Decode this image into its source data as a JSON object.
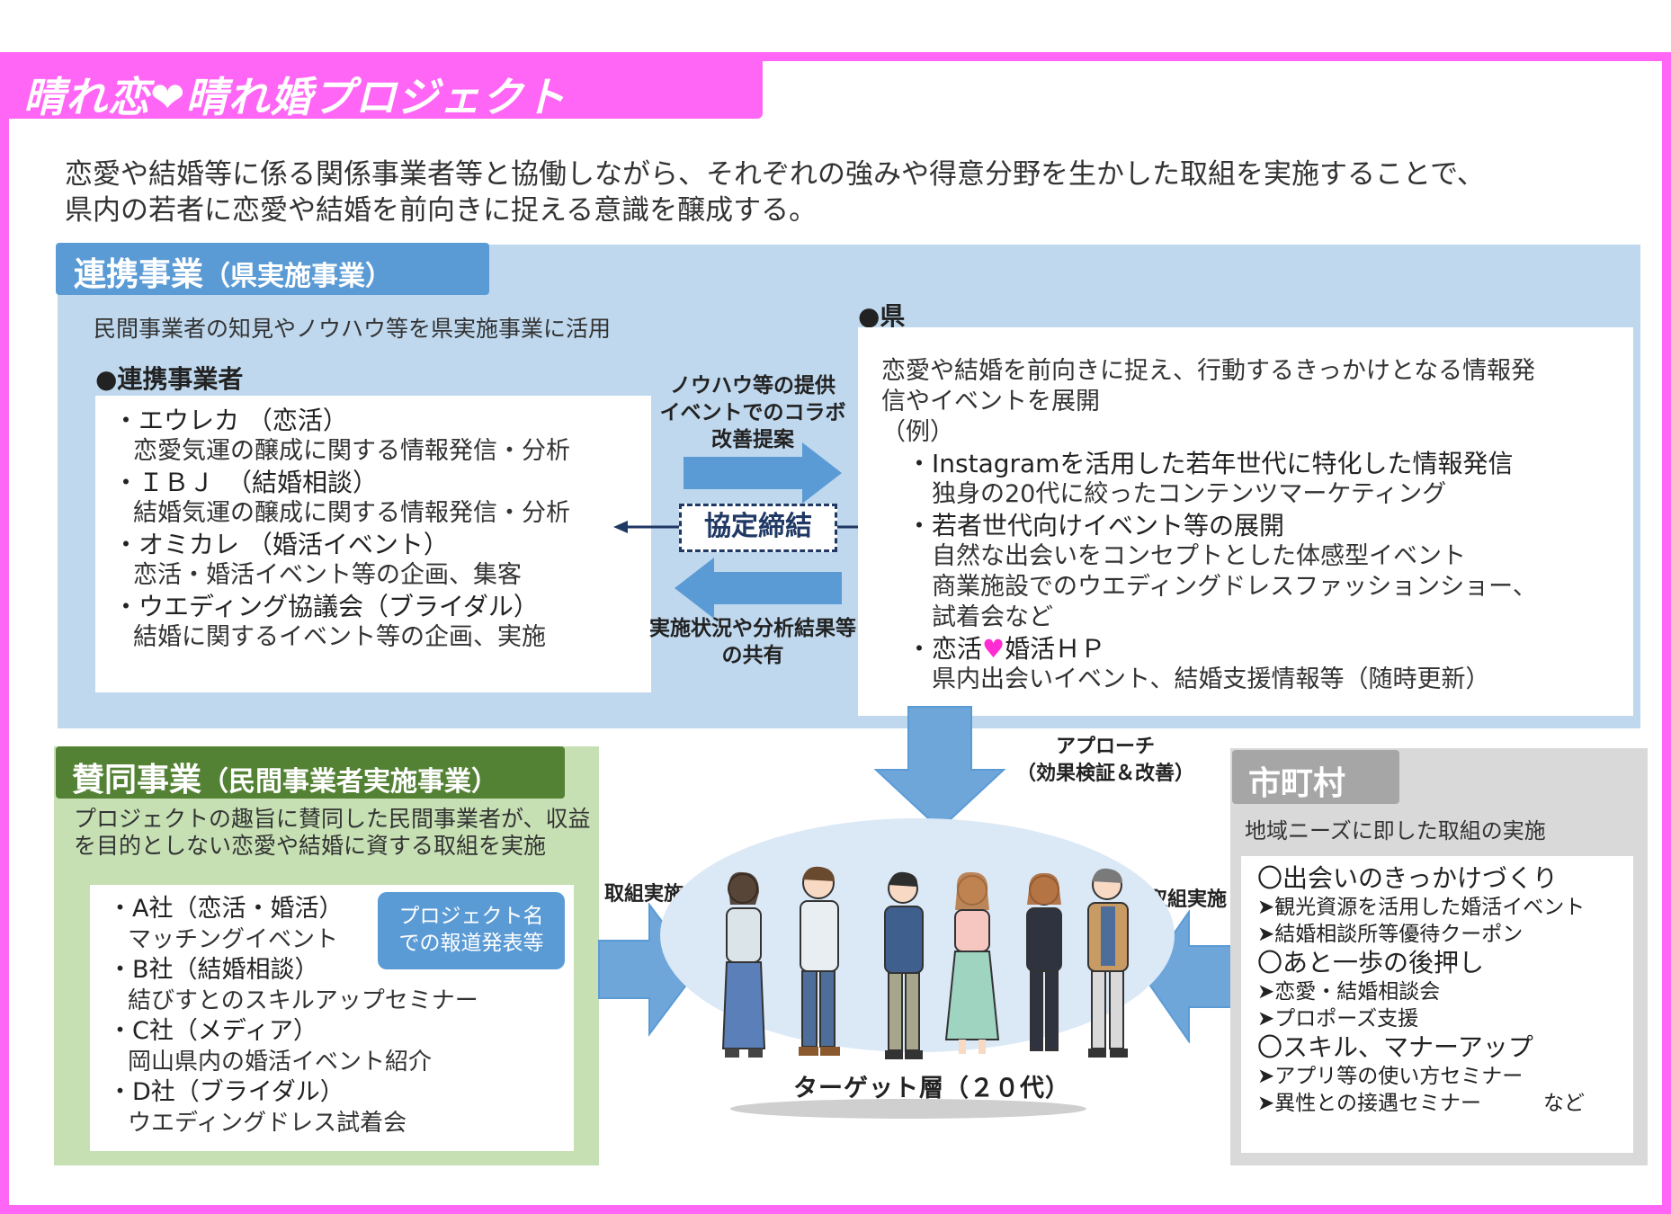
{
  "title": "晴れ恋❤晴れ婚プロジェクト",
  "intro": {
    "line1": "恋愛や結婚等に係る関係事業者等と協働しながら、それぞれの強みや得意分野を生かした取組を実施することで、",
    "line2": "県内の若者に恋愛や結婚を前向きに捉える意識を醸成する。"
  },
  "renkei": {
    "title_main": "連携事業",
    "title_paren": "（県実施事業）",
    "subtitle": "民間事業者の知見やノウハウ等を県実施事業に活用",
    "partners_heading": "●連携事業者",
    "partners": [
      {
        "name": "・エウレカ （恋活）",
        "desc": "恋愛気運の醸成に関する情報発信・分析"
      },
      {
        "name": "・ＩＢＪ　（結婚相談）",
        "desc": "結婚気運の醸成に関する情報発信・分析"
      },
      {
        "name": "・オミカレ （婚活イベント）",
        "desc": "恋活・婚活イベント等の企画、集客"
      },
      {
        "name": "・ウエディング協議会（ブライダル）",
        "desc": "結婚に関するイベント等の企画、実施"
      }
    ],
    "center_top": [
      "ノウハウ等の提供",
      "イベントでのコラボ",
      "改善提案"
    ],
    "agreement": "協定締結",
    "center_bottom": [
      "実施状況や分析結果等",
      "の共有"
    ],
    "ken_heading": "●県",
    "ken": {
      "lead1": "恋愛や結婚を前向きに捉え、行動するきっかけとなる情報発",
      "lead2": "信やイベントを展開",
      "example": "（例）",
      "b1": "・Instagramを活用した若年世代に特化した情報発信",
      "b1_d1": "独身の20代に絞ったコンテンツマーケティング",
      "b2": "・若者世代向けイベント等の展開",
      "b2_d1": "自然な出会いをコンセプトとした体感型イベント",
      "b2_d2": "商業施設でのウエディングドレスファッションショー、",
      "b2_d3": "試着会など",
      "b3_pre": "・恋活",
      "b3_heart": "♥",
      "b3_post": "婚活ＨＰ",
      "b3_d1": "県内出会いイベント、結婚支援情報等（随時更新）"
    }
  },
  "approach": [
    "アプローチ",
    "（効果検証＆改善）"
  ],
  "sando": {
    "title_main": "賛同事業",
    "title_paren": "（民間事業者実施事業）",
    "sub1": "プロジェクトの趣旨に賛同した民間事業者が、収益",
    "sub2": "を目的としない恋愛や結婚に資する取組を実施",
    "companies": [
      {
        "name": "・A社（恋活・婚活）",
        "desc": "マッチングイベント"
      },
      {
        "name": "・B社（結婚相談）",
        "desc": "結びすとのスキルアップセミナー"
      },
      {
        "name": "・C社（メディア）",
        "desc": "岡山県内の婚活イベント紹介"
      },
      {
        "name": "・D社（ブライダル）",
        "desc": "ウエディングドレス試着会"
      }
    ],
    "press1": "プロジェクト名",
    "press2": "での報道発表等"
  },
  "left_caption": "取組実施",
  "right_caption": "取組実施",
  "target_label": "ターゲット層（２０代）",
  "city": {
    "title": "市町村",
    "subtitle": "地域ニーズに即した取組の実施",
    "groups": [
      {
        "head": "〇出会いのきっかけづくり",
        "items": [
          "➤観光資源を活用した婚活イベント",
          "➤結婚相談所等優待クーポン"
        ]
      },
      {
        "head": "〇あと一歩の後押し",
        "items": [
          "➤恋愛・結婚相談会",
          "➤プロポーズ支援"
        ]
      },
      {
        "head": "〇スキル、マナーアップ",
        "items": [
          "➤アプリ等の使い方セミナー",
          "➤異性との接遇セミナー　　　など"
        ]
      }
    ]
  },
  "colors": {
    "frame": "#ff66f5",
    "renkei_bg": "#bfd8ee",
    "renkei_header": "#5b9bd5",
    "sando_bg": "#c6e0b4",
    "sando_header": "#548235",
    "city_bg": "#d9d9d9",
    "city_header": "#a6a6a6",
    "arrow": "#5b9bd5",
    "heart": "#ff2bd3"
  }
}
